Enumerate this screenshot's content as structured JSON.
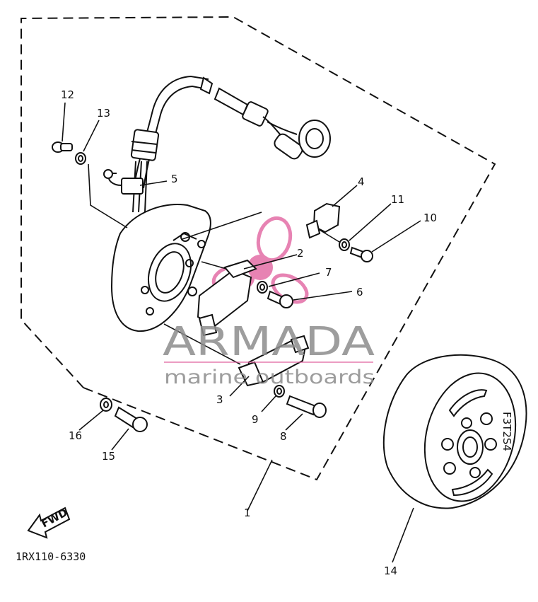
{
  "diagram": {
    "part_code": "1RX110-6330",
    "fwd_label": "FWD",
    "flywheel_marking": "F3T2S4",
    "callouts": [
      {
        "id": "c1",
        "label": "1"
      },
      {
        "id": "c2",
        "label": "2"
      },
      {
        "id": "c3",
        "label": "3"
      },
      {
        "id": "c4",
        "label": "4"
      },
      {
        "id": "c5",
        "label": "5"
      },
      {
        "id": "c6",
        "label": "6"
      },
      {
        "id": "c7",
        "label": "7"
      },
      {
        "id": "c8",
        "label": "8"
      },
      {
        "id": "c9",
        "label": "9"
      },
      {
        "id": "c10",
        "label": "10"
      },
      {
        "id": "c11",
        "label": "11"
      },
      {
        "id": "c12",
        "label": "12"
      },
      {
        "id": "c13",
        "label": "13"
      },
      {
        "id": "c14",
        "label": "14"
      },
      {
        "id": "c15",
        "label": "15"
      },
      {
        "id": "c16",
        "label": "16"
      }
    ]
  },
  "watermark": {
    "brand": "ARMADA",
    "tagline": "marine outboards",
    "logo_color": "#e05a9a"
  }
}
